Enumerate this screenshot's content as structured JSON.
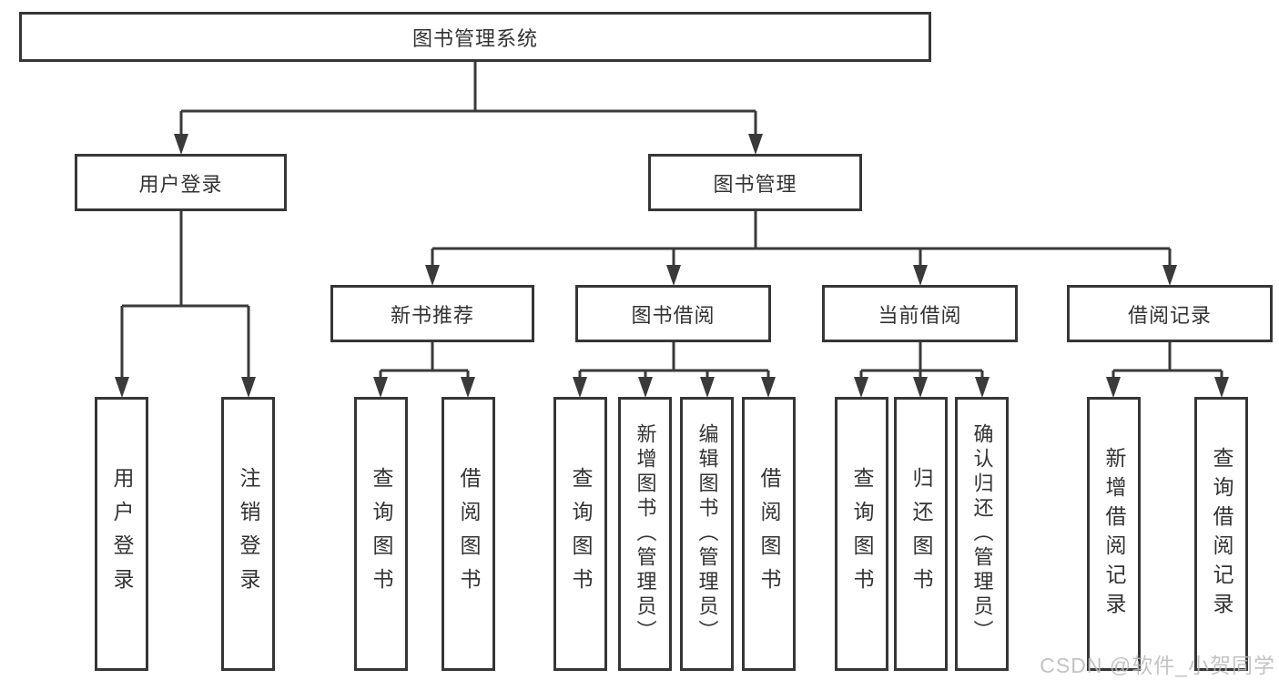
{
  "diagram": {
    "root": "图书管理系统",
    "user_login_branch": "用户登录",
    "book_mgmt_branch": "图书管理",
    "modules": [
      "新书推荐",
      "图书借阅",
      "当前借阅",
      "借阅记录"
    ],
    "leaves": {
      "user_login": [
        "用户登录",
        "注销登录"
      ],
      "new_books": [
        "查询图书",
        "借阅图书"
      ],
      "book_borrow": [
        "查询图书",
        "新增图书（管理员）",
        "编辑图书（管理员）",
        "借阅图书"
      ],
      "current_borrow": [
        "查询图书",
        "归还图书",
        "确认归还（管理员）"
      ],
      "borrow_records": [
        "新增借阅记录",
        "查询借阅记录"
      ]
    }
  },
  "watermark": "CSDN @软件_小贺同学",
  "colors": {
    "line": "#3a3a3a",
    "border": "#363636",
    "text": "#333333",
    "background": "#ffffff",
    "watermark": "#b9b9b9"
  }
}
